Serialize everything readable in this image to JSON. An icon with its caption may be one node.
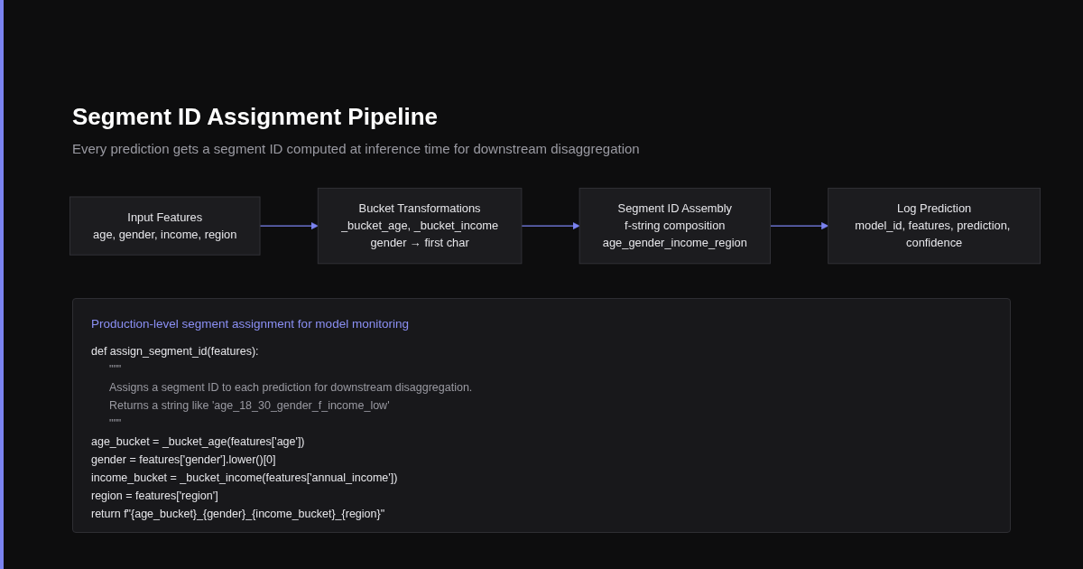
{
  "diagram": {
    "title": "Segment ID Assignment Pipeline",
    "caption": "Every prediction gets a segment ID computed at inference time for downstream disaggregation",
    "nodes": [
      {
        "text": [
          "Input Features",
          "age, gender, income, region"
        ]
      },
      {
        "text": [
          "Bucket Transformations",
          "_bucket_age, _bucket_income",
          "gender → first char"
        ]
      },
      {
        "text": [
          "Segment ID Assembly",
          "f-string composition",
          "age_gender_income_region"
        ]
      },
      {
        "text": [
          "Log Prediction",
          "model_id, features, prediction, confidence"
        ]
      }
    ],
    "edges": [
      {
        "from": 0,
        "to": 1,
        "arrow": "to"
      },
      {
        "from": 1,
        "to": 2,
        "arrow": "to"
      },
      {
        "from": 2,
        "to": 3,
        "arrow": "to"
      }
    ],
    "labels": [
      "Production-level segment assignment for model monitoring",
      "def assign_segment_id(features):",
      "\"\"\"",
      "Assigns a segment ID to each prediction for downstream disaggregation.",
      "Returns a string like 'age_18_30_gender_f_income_low'",
      "\"\"\"",
      "age_bucket = _bucket_age(features['age'])",
      "gender = features['gender'].lower()[0]",
      "income_bucket = _bucket_income(features['annual_income'])",
      "region = features['region']",
      "return f\"{age_bucket}_{gender}_{income_bucket}_{region}\""
    ]
  }
}
